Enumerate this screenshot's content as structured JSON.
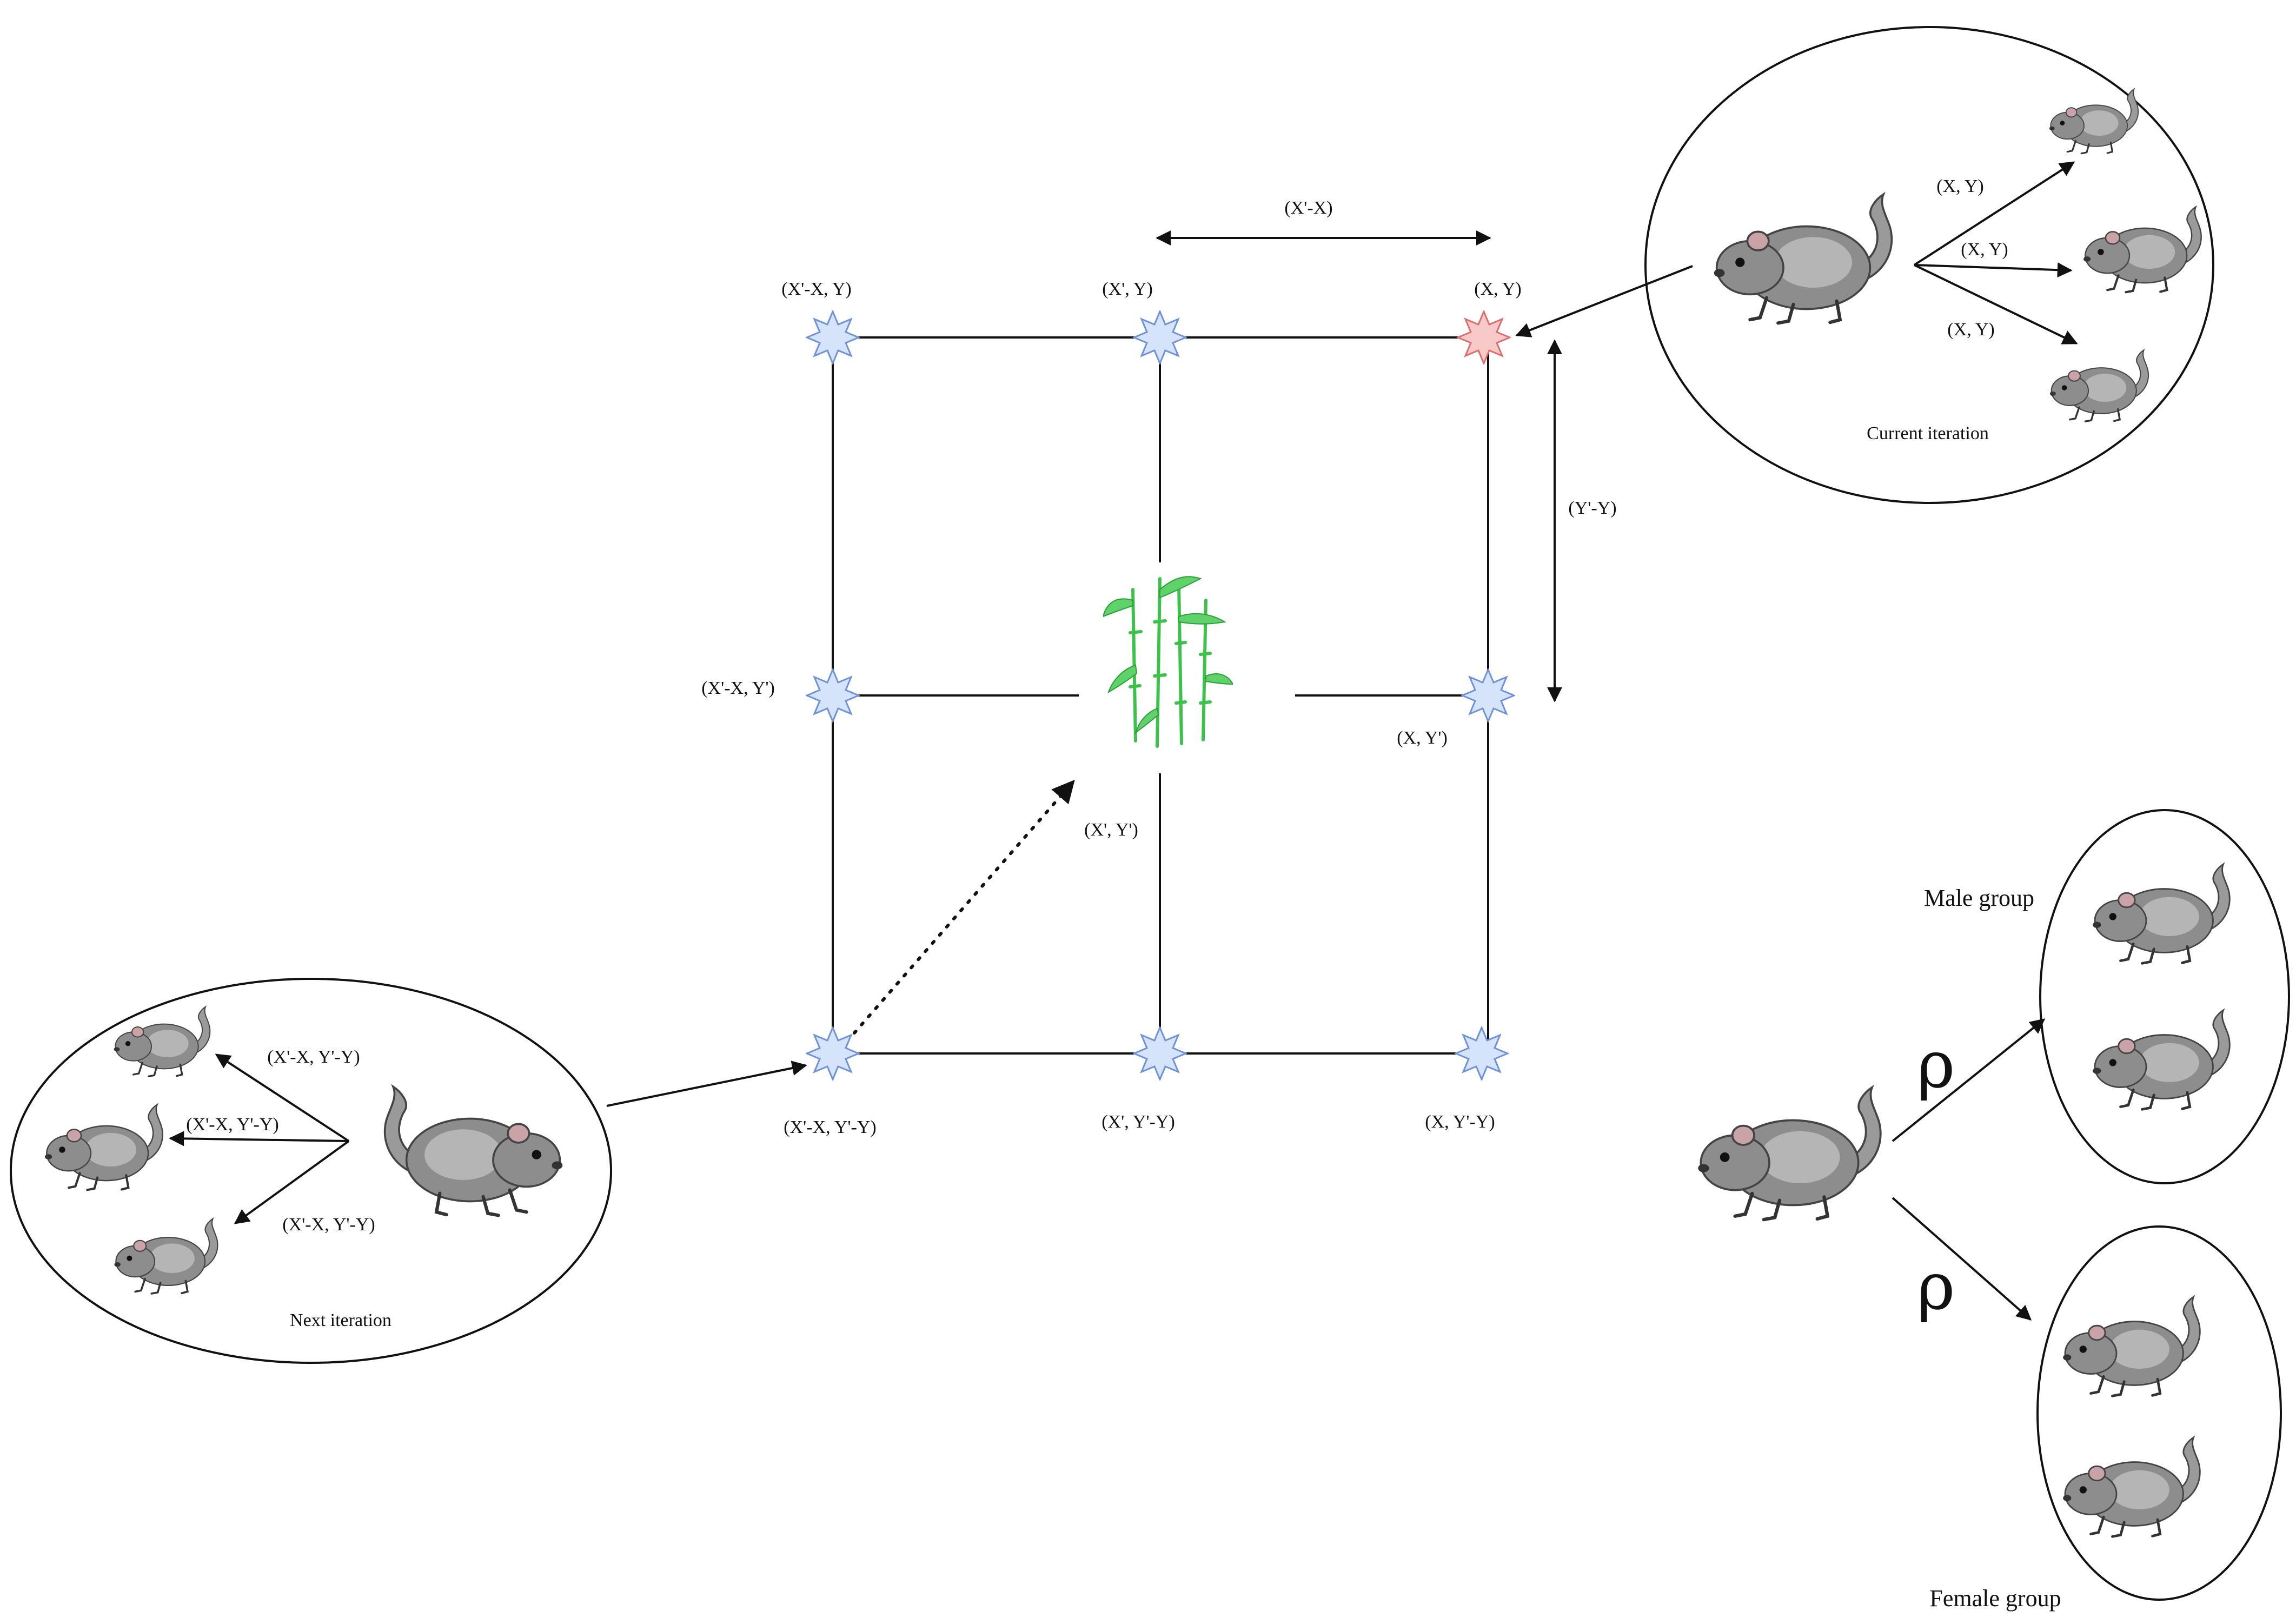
{
  "nodes": {
    "top_left": "(X'-X,  Y)",
    "top_mid": "(X',  Y)",
    "top_right": "(X,  Y)",
    "mid_left": "(X'-X,  Y')",
    "center": "(X',  Y')",
    "mid_right": "(X,  Y')",
    "bot_left": "(X'-X,  Y'-Y)",
    "bot_mid": "(X',  Y'-Y)",
    "bot_right": "(X,  Y'-Y)"
  },
  "dimensions": {
    "width": "(X'-X)",
    "height": "(Y'-Y)"
  },
  "current_iteration": {
    "title": "Current iteration",
    "moves": [
      "(X,  Y)",
      "(X,  Y)",
      "(X,  Y)"
    ]
  },
  "next_iteration": {
    "title": "Next iteration",
    "moves": [
      "(X'-X,  Y'-Y)",
      "(X'-X,  Y'-Y)",
      "(X'-X,  Y'-Y)"
    ]
  },
  "groups": {
    "male": "Male group",
    "female": "Female group",
    "rate_symbol": "ρ"
  },
  "colors": {
    "star_blue": "#d6e4fb",
    "star_red": "#f7c9c9",
    "bamboo": "#3cc24a"
  }
}
